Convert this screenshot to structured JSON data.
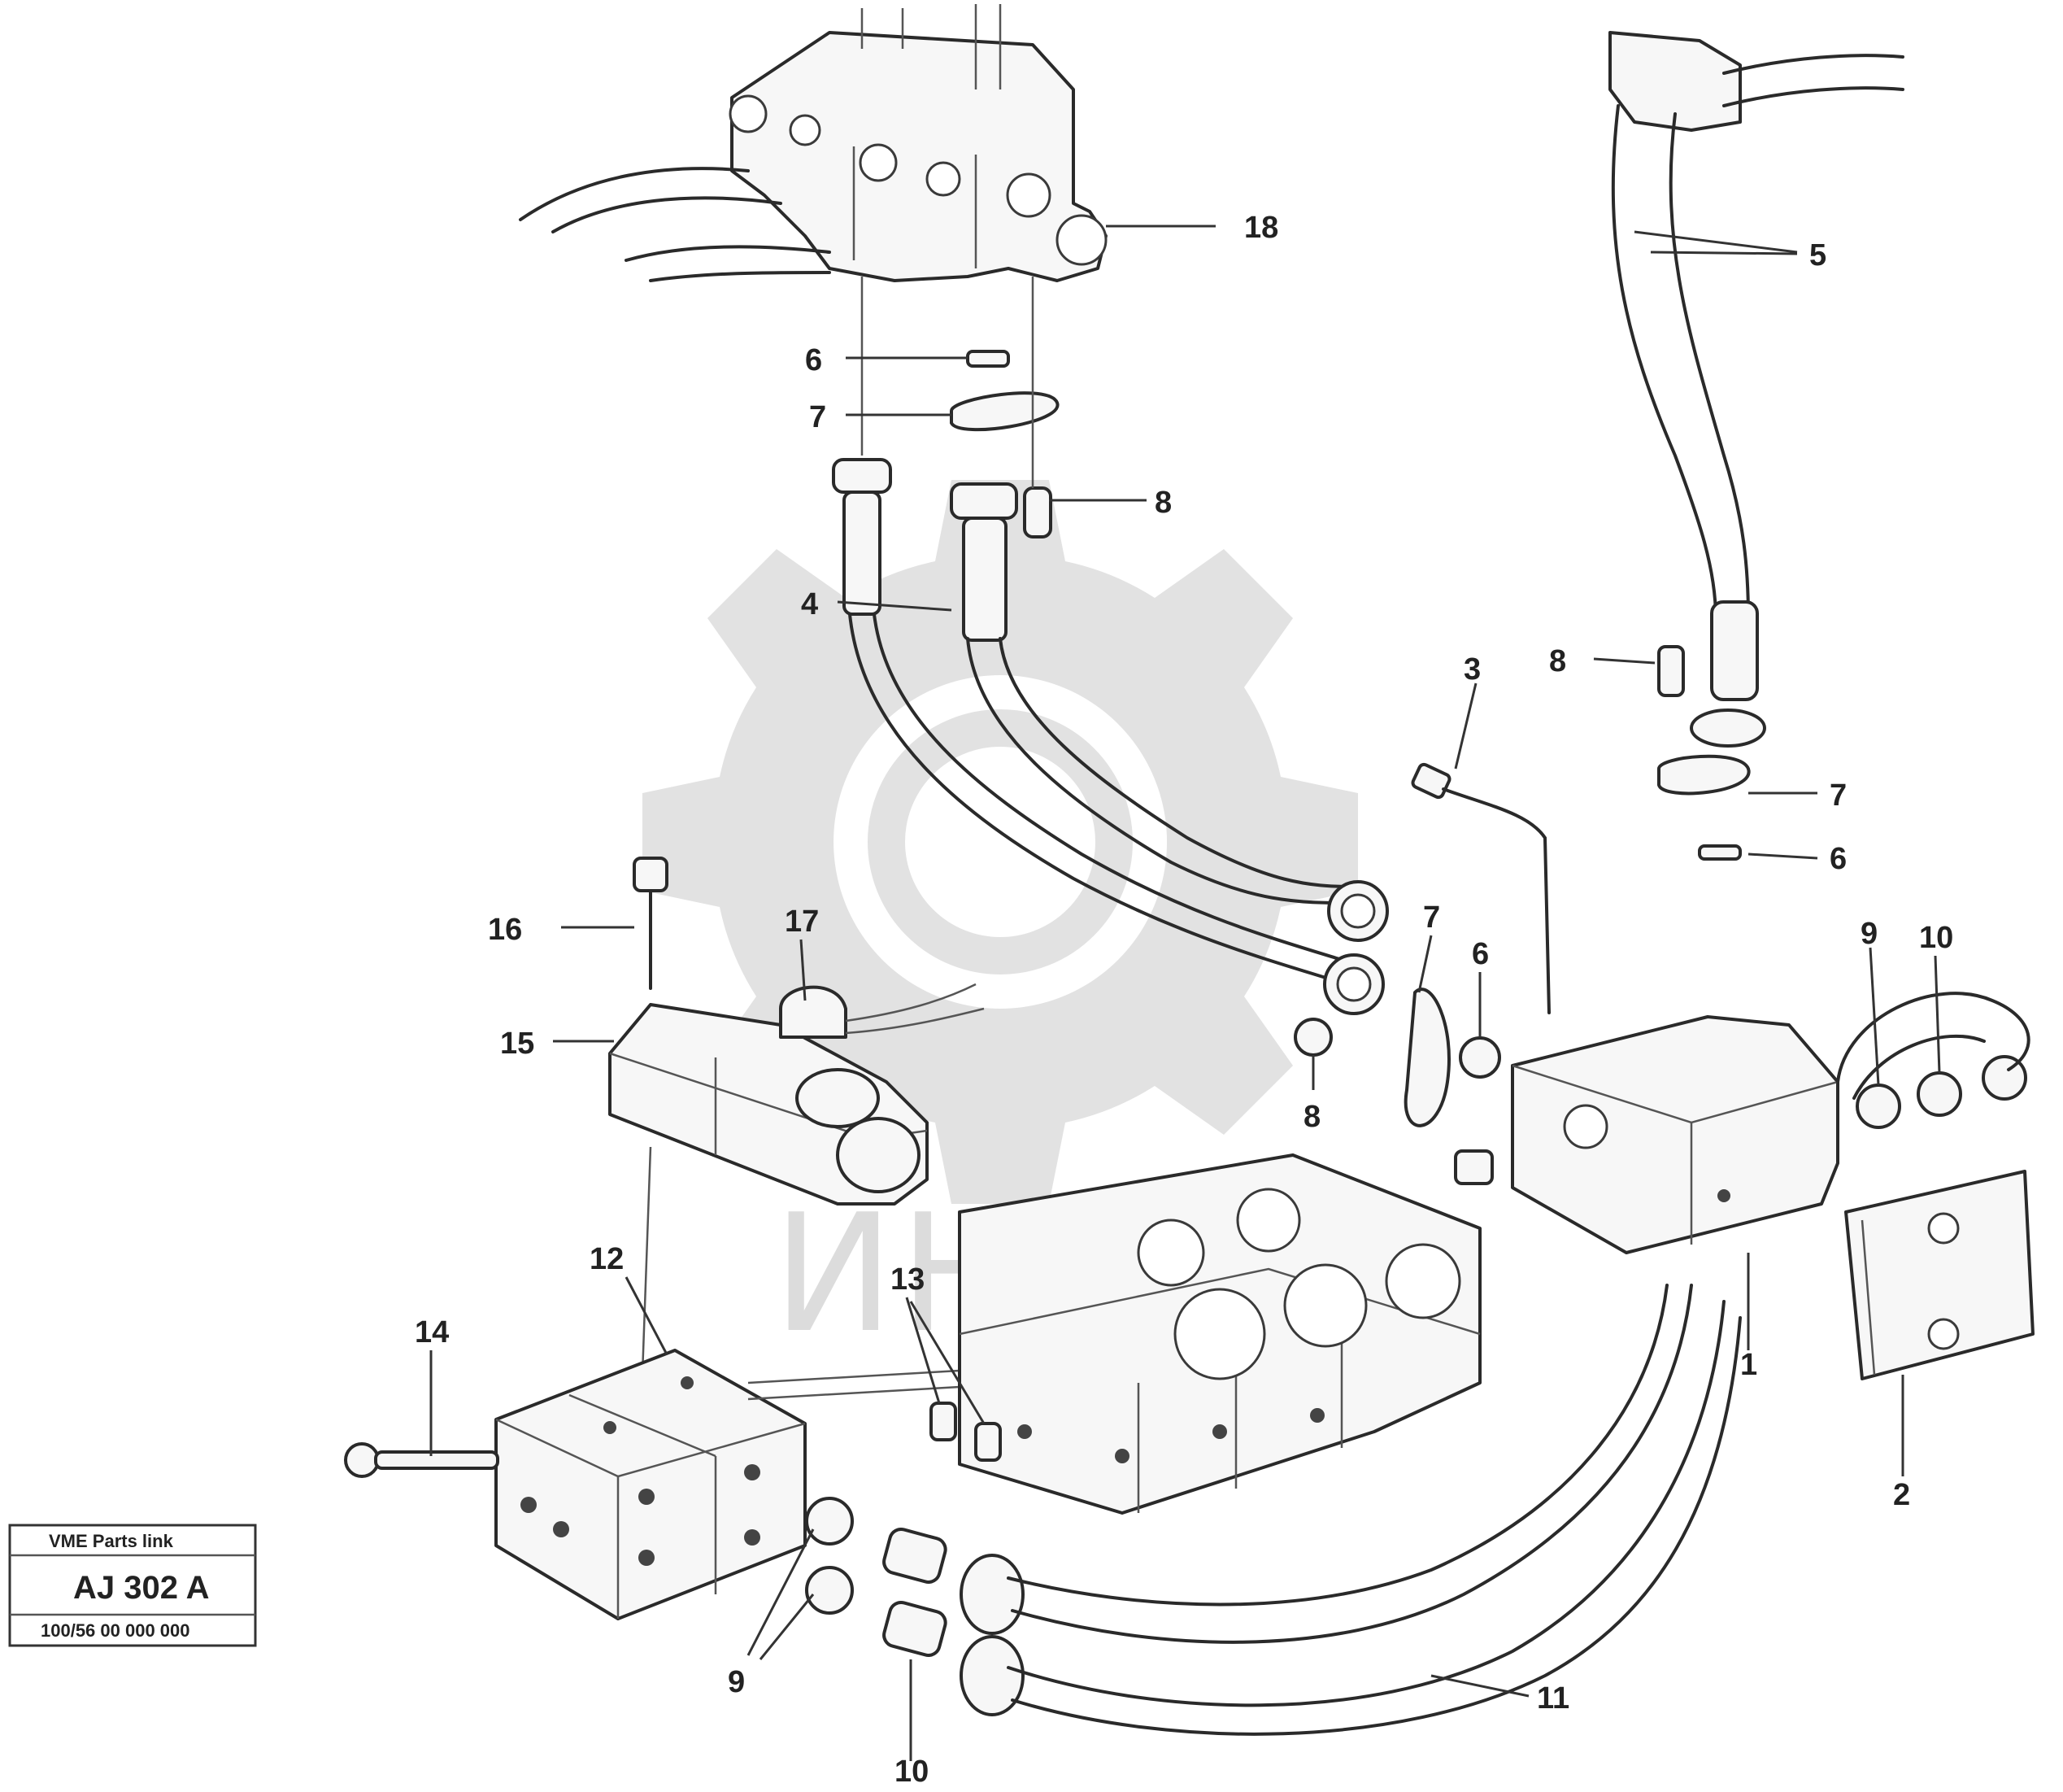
{
  "watermark": {
    "text": "ИНТЕХ"
  },
  "reference_box": {
    "line1": "VME Parts link",
    "code": "AJ 302 A",
    "line3": "100/56 00 000 000"
  },
  "callouts": [
    {
      "id": "c-18",
      "text": "18"
    },
    {
      "id": "c-5",
      "text": "5"
    },
    {
      "id": "c-6a",
      "text": "6"
    },
    {
      "id": "c-7a",
      "text": "7"
    },
    {
      "id": "c-8a",
      "text": "8"
    },
    {
      "id": "c-4",
      "text": "4"
    },
    {
      "id": "c-8b",
      "text": "8"
    },
    {
      "id": "c-3",
      "text": "3"
    },
    {
      "id": "c-7b",
      "text": "7"
    },
    {
      "id": "c-6b",
      "text": "6"
    },
    {
      "id": "c-16",
      "text": "16"
    },
    {
      "id": "c-17",
      "text": "17"
    },
    {
      "id": "c-15",
      "text": "15"
    },
    {
      "id": "c-7c",
      "text": "7"
    },
    {
      "id": "c-6c",
      "text": "6"
    },
    {
      "id": "c-8c",
      "text": "8"
    },
    {
      "id": "c-9a",
      "text": "9"
    },
    {
      "id": "c-10a",
      "text": "10"
    },
    {
      "id": "c-12",
      "text": "12"
    },
    {
      "id": "c-13",
      "text": "13"
    },
    {
      "id": "c-14",
      "text": "14"
    },
    {
      "id": "c-1",
      "text": "1"
    },
    {
      "id": "c-2",
      "text": "2"
    },
    {
      "id": "c-9b",
      "text": "9"
    },
    {
      "id": "c-11",
      "text": "11"
    },
    {
      "id": "c-10b",
      "text": "10"
    }
  ]
}
